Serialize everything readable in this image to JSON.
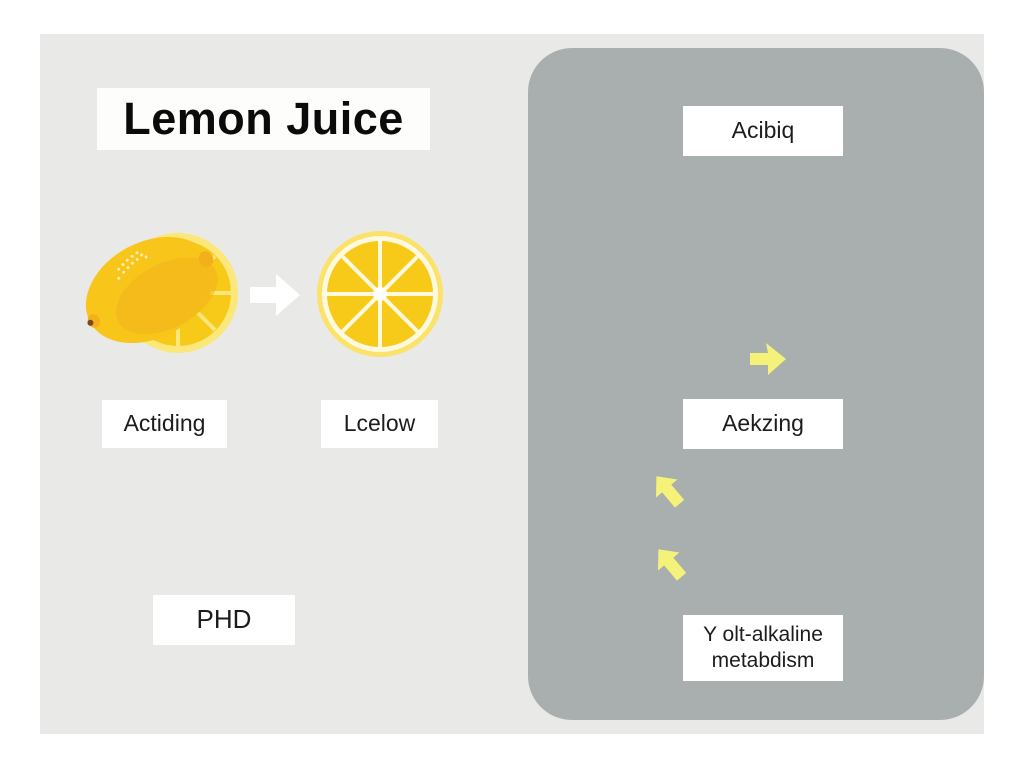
{
  "title": "Lemon Juice",
  "left_panel": {
    "labels": [
      {
        "id": "actiding",
        "text": "Actiding"
      },
      {
        "id": "lcelow",
        "text": "Lcelow"
      },
      {
        "id": "phd",
        "text": "PHD"
      }
    ],
    "images": [
      "whole-lemon",
      "lemon-slice"
    ],
    "arrow": {
      "direction": "right",
      "color": "#ffffff"
    }
  },
  "right_panel": {
    "background": "#a9aeae",
    "labels": [
      {
        "id": "acibiq",
        "text": "Acibiq"
      },
      {
        "id": "aekzing",
        "text": "Aekzing"
      },
      {
        "id": "alkaline",
        "line1": "Y olt-alkaline",
        "line2": "metabdism"
      }
    ],
    "arrows": [
      {
        "direction": "right",
        "color": "#f5f27a"
      },
      {
        "direction": "up-right",
        "color": "#f5f27a"
      },
      {
        "direction": "up-left",
        "color": "#f5f27a"
      }
    ]
  },
  "colors": {
    "canvas": "#e9e9e8",
    "lemon_yellow": "#f7c919",
    "lemon_rind": "#fbe26a",
    "arrow_yellow": "#f5f27a"
  }
}
